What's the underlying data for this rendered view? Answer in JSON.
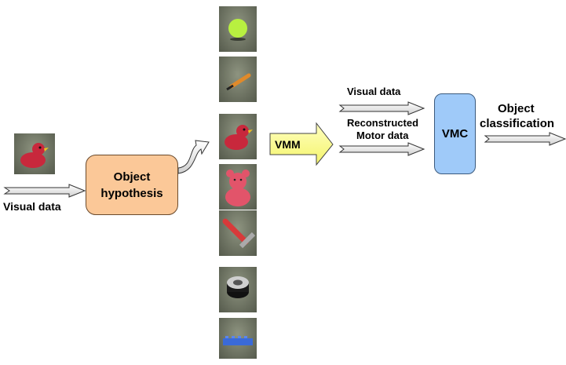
{
  "input": {
    "label": "Visual data",
    "thumbnail": "red-toy-duck"
  },
  "hypothesis_box": {
    "line1": "Object",
    "line2": "hypothesis",
    "color": "#fbc898"
  },
  "object_column": [
    {
      "object": "green-ball"
    },
    {
      "object": "screwdriver"
    },
    {
      "object": "red-toy-duck"
    },
    {
      "object": "pink-teddy-bear"
    },
    {
      "object": "hammer"
    },
    {
      "object": "tape-roll"
    },
    {
      "object": "blue-lego-brick"
    }
  ],
  "vmm": {
    "label": "VMM",
    "color": "#ffff99"
  },
  "vmc_inputs": {
    "visual": "Visual data",
    "motor_line1": "Reconstructed",
    "motor_line2": "Motor data"
  },
  "vmc_box": {
    "label": "VMC",
    "color": "#9fcaf9"
  },
  "output": {
    "line1": "Object",
    "line2": "classification"
  }
}
